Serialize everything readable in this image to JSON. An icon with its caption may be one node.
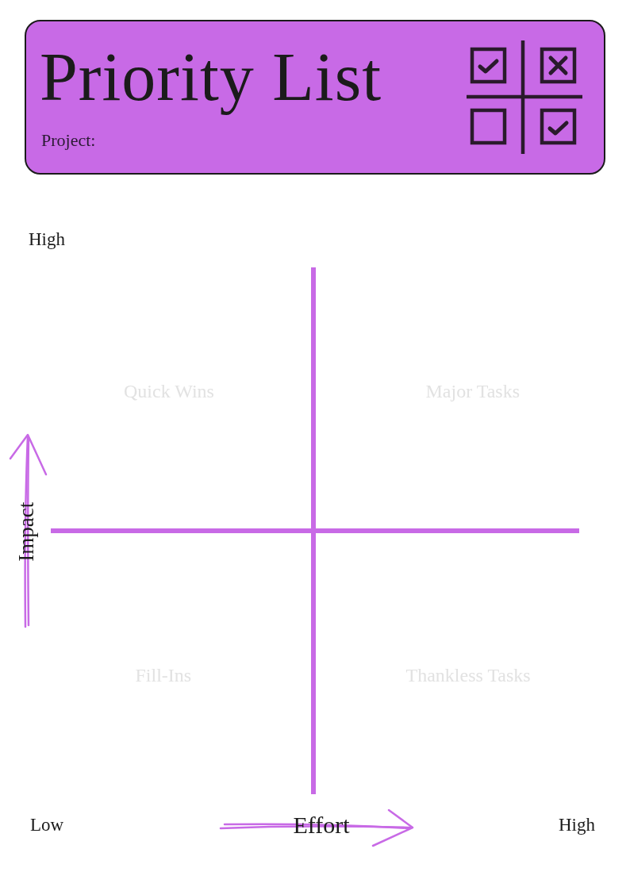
{
  "diagram": {
    "title": "Priority List",
    "labels": [
      "Project:",
      "High",
      "Quick Wins",
      "Major Tasks",
      "Impact",
      "Fill-Ins",
      "Thankless Tasks",
      "Low",
      "Effort",
      "High"
    ]
  }
}
